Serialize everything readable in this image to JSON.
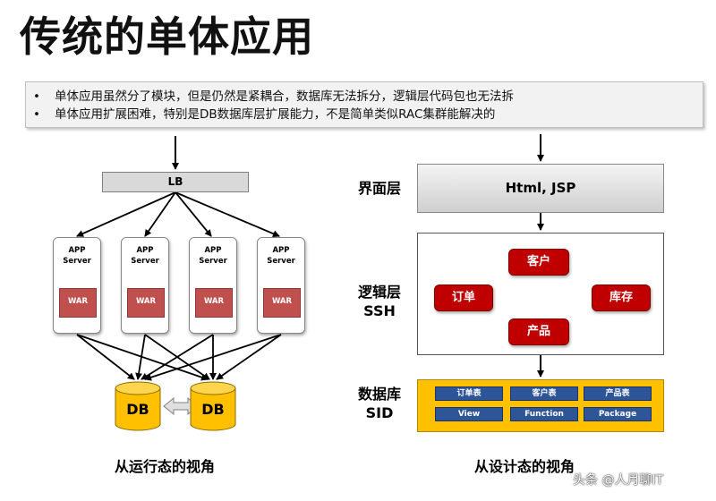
{
  "title": "传统的单体应用",
  "bullets": [
    "单体应用虽然分了模块，但是仍然是紧耦合，数据库无法拆分，逻辑层代码包也无法拆",
    "单体应用扩展困难，特别是DB数据库层扩展能力，不是简单类似RAC集群能解决的"
  ],
  "bullet_glyph": "•",
  "runtime": {
    "lb": "LB",
    "app_label": "APP\nServer",
    "war": "WAR",
    "db_left": "DB",
    "db_right": "DB",
    "caption": "从运行态的视角"
  },
  "design": {
    "ui_layer": "界面层",
    "ui_tech": "Html, JSP",
    "logic_layer": "逻辑层\nSSH",
    "nodes": {
      "customer": "客户",
      "order": "订单",
      "inventory": "库存",
      "product": "产品"
    },
    "db_layer": "数据库\nSID",
    "tables": [
      "订单表",
      "客户表",
      "产品表",
      "View",
      "Function",
      "Package"
    ],
    "caption": "从设计态的视角"
  },
  "watermark": "头条 @人月聊IT",
  "colors": {
    "war": "#c0504d",
    "node": "#c00000",
    "db": "#ffc000",
    "table": "#2e5597"
  }
}
